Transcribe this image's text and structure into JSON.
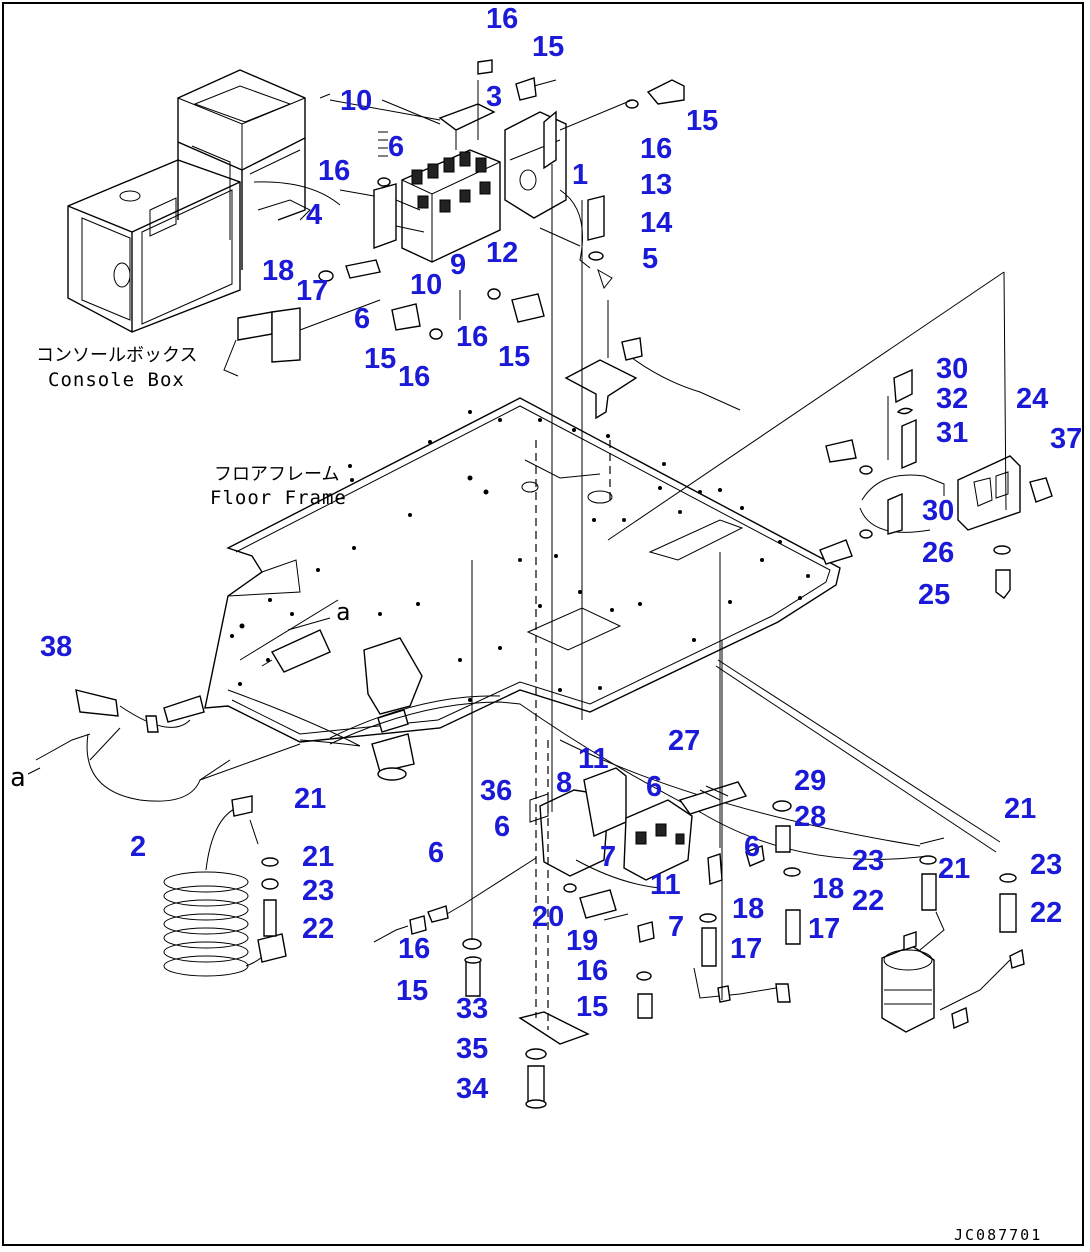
{
  "diagram": {
    "labels": {
      "console_box_jp": "コンソールボックス",
      "console_box_en": "Console Box",
      "floor_frame_jp": "フロアフレーム",
      "floor_frame_en": "Floor Frame",
      "drawing_code": "JC087701"
    },
    "callouts": [
      {
        "id": "c1",
        "text": "16"
      },
      {
        "id": "c2",
        "text": "15"
      },
      {
        "id": "c3",
        "text": "10"
      },
      {
        "id": "c4",
        "text": "3"
      },
      {
        "id": "c5",
        "text": "15"
      },
      {
        "id": "c6",
        "text": "6"
      },
      {
        "id": "c7",
        "text": "16"
      },
      {
        "id": "c8",
        "text": "16"
      },
      {
        "id": "c9",
        "text": "1"
      },
      {
        "id": "c10",
        "text": "13"
      },
      {
        "id": "c11",
        "text": "4"
      },
      {
        "id": "c12",
        "text": "14"
      },
      {
        "id": "c13",
        "text": "12"
      },
      {
        "id": "c14",
        "text": "5"
      },
      {
        "id": "c15",
        "text": "18"
      },
      {
        "id": "c16",
        "text": "9"
      },
      {
        "id": "c17",
        "text": "17"
      },
      {
        "id": "c18",
        "text": "10"
      },
      {
        "id": "c19",
        "text": "6"
      },
      {
        "id": "c20",
        "text": "16"
      },
      {
        "id": "c21",
        "text": "15"
      },
      {
        "id": "c22",
        "text": "15"
      },
      {
        "id": "c23",
        "text": "16"
      },
      {
        "id": "c24",
        "text": "30"
      },
      {
        "id": "c25",
        "text": "32"
      },
      {
        "id": "c26",
        "text": "24"
      },
      {
        "id": "c27",
        "text": "37"
      },
      {
        "id": "c28",
        "text": "31"
      },
      {
        "id": "c29",
        "text": "30"
      },
      {
        "id": "c30",
        "text": "26"
      },
      {
        "id": "c31",
        "text": "25"
      },
      {
        "id": "c32",
        "text": "38"
      },
      {
        "id": "c33",
        "text": "27"
      },
      {
        "id": "c34",
        "text": "11"
      },
      {
        "id": "c35",
        "text": "36"
      },
      {
        "id": "c36",
        "text": "8"
      },
      {
        "id": "c37",
        "text": "6"
      },
      {
        "id": "c38",
        "text": "29"
      },
      {
        "id": "c39",
        "text": "28"
      },
      {
        "id": "c40",
        "text": "21"
      },
      {
        "id": "c41",
        "text": "21"
      },
      {
        "id": "c42",
        "text": "2"
      },
      {
        "id": "c43",
        "text": "6"
      },
      {
        "id": "c44",
        "text": "6"
      },
      {
        "id": "c45",
        "text": "7"
      },
      {
        "id": "c46",
        "text": "6"
      },
      {
        "id": "c47",
        "text": "21"
      },
      {
        "id": "c48",
        "text": "23"
      },
      {
        "id": "c49",
        "text": "23"
      },
      {
        "id": "c50",
        "text": "21"
      },
      {
        "id": "c51",
        "text": "11"
      },
      {
        "id": "c52",
        "text": "18"
      },
      {
        "id": "c53",
        "text": "18"
      },
      {
        "id": "c54",
        "text": "22"
      },
      {
        "id": "c55",
        "text": "22"
      },
      {
        "id": "c56",
        "text": "23"
      },
      {
        "id": "c57",
        "text": "22"
      },
      {
        "id": "c58",
        "text": "20"
      },
      {
        "id": "c59",
        "text": "19"
      },
      {
        "id": "c60",
        "text": "7"
      },
      {
        "id": "c61",
        "text": "17"
      },
      {
        "id": "c62",
        "text": "17"
      },
      {
        "id": "c63",
        "text": "16"
      },
      {
        "id": "c64",
        "text": "16"
      },
      {
        "id": "c65",
        "text": "15"
      },
      {
        "id": "c66",
        "text": "33"
      },
      {
        "id": "c67",
        "text": "15"
      },
      {
        "id": "c68",
        "text": "35"
      },
      {
        "id": "c69",
        "text": "34"
      }
    ],
    "callout_color": "#1a1ad8"
  }
}
